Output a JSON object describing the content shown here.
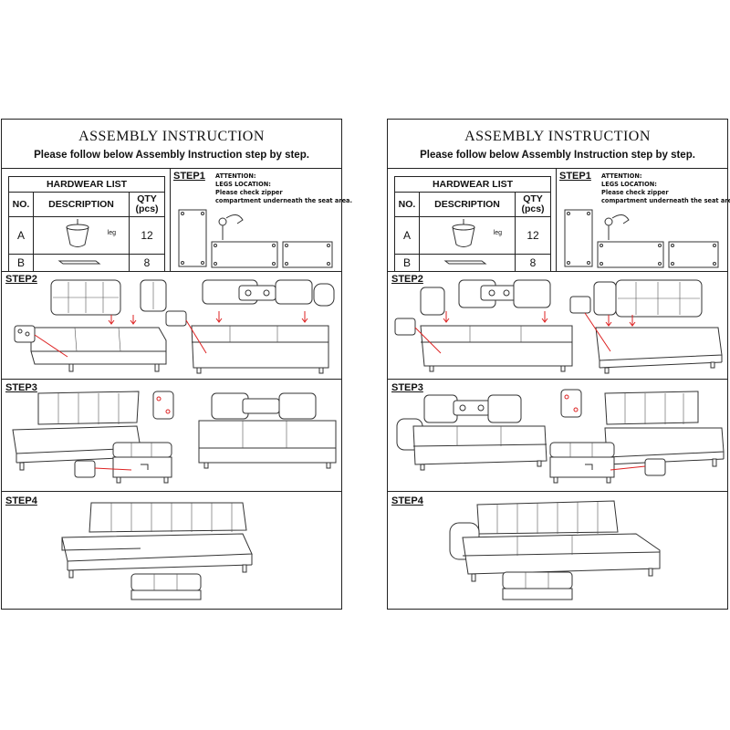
{
  "sheets": [
    {
      "id": "left",
      "title": "ASSEMBLY INSTRUCTION",
      "subtitle": "Please follow below Assembly Instruction step by step.",
      "hardware": {
        "caption": "HARDWEAR LIST",
        "col_no": "NO.",
        "col_desc": "DESCRIPTION",
        "col_qty": "QTY (pcs)",
        "rows": [
          {
            "no": "A",
            "label": "leg",
            "qty": "12"
          },
          {
            "no": "B",
            "label": "",
            "qty": "8"
          }
        ]
      },
      "step1": {
        "label": "STEP1",
        "attention": [
          "ATTENTION:",
          "LEGS LOCATION:",
          "Please check zipper",
          "compartment underneath the seat area."
        ]
      },
      "step2": "STEP2",
      "step3": "STEP3",
      "step4": "STEP4"
    },
    {
      "id": "right",
      "title": "ASSEMBLY INSTRUCTION",
      "subtitle": "Please follow below Assembly Instruction step by step.",
      "hardware": {
        "caption": "HARDWEAR LIST",
        "col_no": "NO.",
        "col_desc": "DESCRIPTION",
        "col_qty": "QTY (pcs)",
        "rows": [
          {
            "no": "A",
            "label": "leg",
            "qty": "12"
          },
          {
            "no": "B",
            "label": "",
            "qty": "8"
          }
        ]
      },
      "step1": {
        "label": "STEP1",
        "attention": [
          "ATTENTION:",
          "LEGS LOCATION:",
          "Please check zipper",
          "compartment underneath the seat area."
        ]
      },
      "step2": "STEP2",
      "step3": "STEP3",
      "step4": "STEP4"
    }
  ],
  "colors": {
    "line": "#222222",
    "callout": "#dd2222",
    "background": "#ffffff"
  },
  "icons": [
    "leg-icon",
    "bracket-icon",
    "hardware-bag-icon",
    "zipper-icon",
    "sofa-diagram",
    "ottoman-diagram"
  ]
}
